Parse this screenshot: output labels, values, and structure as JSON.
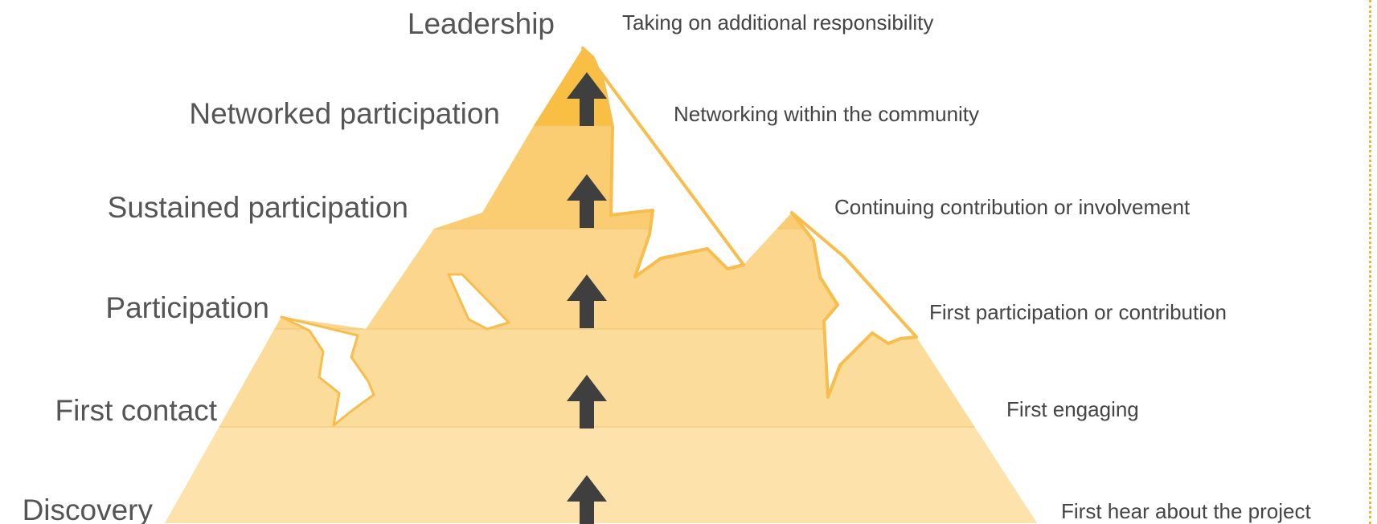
{
  "colors": {
    "mountain_fill": "#fbd991",
    "band_shade": "#f7bd4d",
    "snow": "#ffffff",
    "arrow": "#3f3f3f",
    "level_text": "#555555",
    "description_text": "#444444",
    "border_accent": "#f2b632"
  },
  "levels": [
    {
      "label": "Leadership",
      "description": "Taking on additional responsibility"
    },
    {
      "label": "Networked participation",
      "description": "Networking within the community"
    },
    {
      "label": "Sustained participation",
      "description": "Continuing contribution or involvement"
    },
    {
      "label": "Participation",
      "description": "First participation or contribution"
    },
    {
      "label": "First contact",
      "description": "First engaging"
    },
    {
      "label": "Discovery",
      "description": "First hear about the project"
    }
  ],
  "arrows": [
    {
      "icon": "up-arrow-icon"
    },
    {
      "icon": "up-arrow-icon"
    },
    {
      "icon": "up-arrow-icon"
    },
    {
      "icon": "up-arrow-icon"
    },
    {
      "icon": "up-arrow-icon"
    }
  ]
}
